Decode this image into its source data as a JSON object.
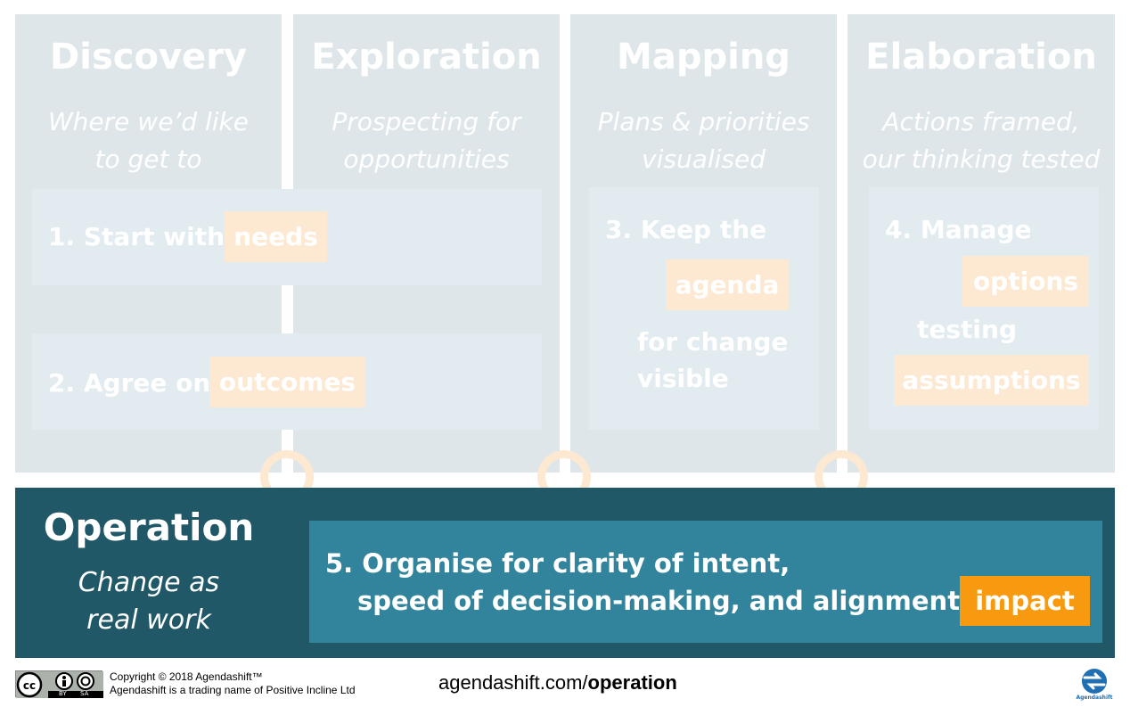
{
  "columns": [
    {
      "title": "Discovery",
      "subtitle_line1": "Where we’d like",
      "subtitle_line2": "to get to"
    },
    {
      "title": "Exploration",
      "subtitle_line1": "Prospecting for",
      "subtitle_line2": "opportunities"
    },
    {
      "title": "Mapping",
      "subtitle_line1": "Plans & priorities",
      "subtitle_line2": "visualised"
    },
    {
      "title": "Elaboration",
      "subtitle_line1": "Actions framed,",
      "subtitle_line2": "our thinking tested"
    }
  ],
  "steps": {
    "s1": {
      "text": "1. Start with",
      "tag": "needs"
    },
    "s2": {
      "text": "2. Agree on",
      "tag": "outcomes"
    },
    "s3": {
      "line1": "3. Keep the",
      "tag": "agenda",
      "line2": "for  change",
      "line3": "visible"
    },
    "s4": {
      "line1": "4. Manage",
      "tag1": "options",
      "line2": "testing",
      "tag2": "assumptions"
    }
  },
  "operation": {
    "title": "Operation",
    "subtitle_line1": "Change as",
    "subtitle_line2": "real work",
    "step5_line1": "5.  Organise for clarity of intent,",
    "step5_line2": "speed of decision-making, and alignment of",
    "step5_tag": "impact"
  },
  "footer": {
    "copyright": "Copyright © 2018 Agendashift™",
    "trading": "Agendashift is a trading name of Positive Incline Ltd",
    "url_prefix": "agendashift.com/",
    "url_bold": "operation",
    "logo_text": "Agendashift",
    "cc_badge_by": "BY",
    "cc_badge_sa": "SA"
  },
  "colors": {
    "operation_dark": "#215868",
    "operation_card": "#31849b",
    "accent_orange": "#f79a0f",
    "faded_orange": "#fde8d2",
    "column_bg": "#dfe6e9"
  }
}
